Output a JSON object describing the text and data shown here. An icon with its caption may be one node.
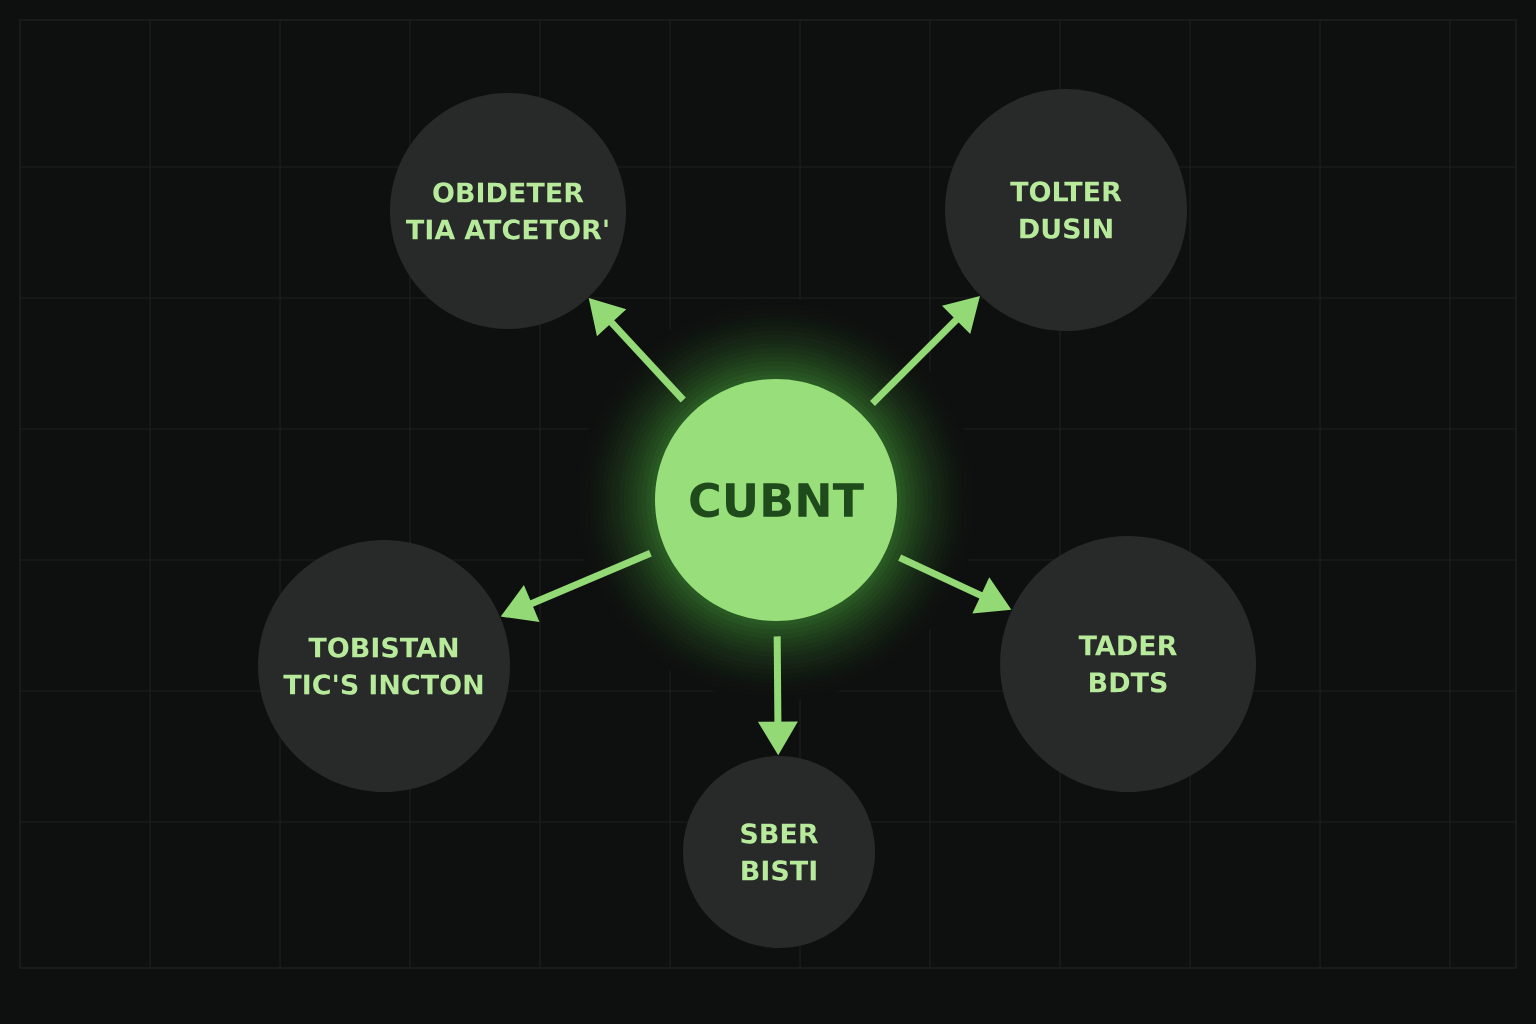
{
  "diagram": {
    "nodes": [
      {
        "text": [
          "OBIDETER TIA ATCETOR'"
        ]
      },
      {
        "text": [
          "TOLTER DUSIN"
        ]
      },
      {
        "text": [
          "CUBNT"
        ]
      },
      {
        "text": [
          "TOBISTAN TIC'S INCTON"
        ]
      },
      {
        "text": [
          "TADER BDTS"
        ]
      },
      {
        "text": [
          "SBER BISTI"
        ]
      }
    ],
    "edges": [
      {
        "from": 2,
        "to": 0,
        "arrow": "to"
      },
      {
        "from": 2,
        "to": 1,
        "arrow": "to"
      },
      {
        "from": 2,
        "to": 3,
        "arrow": "to"
      },
      {
        "from": 2,
        "to": 4,
        "arrow": "to"
      },
      {
        "from": 2,
        "to": 5,
        "arrow": "to"
      }
    ]
  }
}
